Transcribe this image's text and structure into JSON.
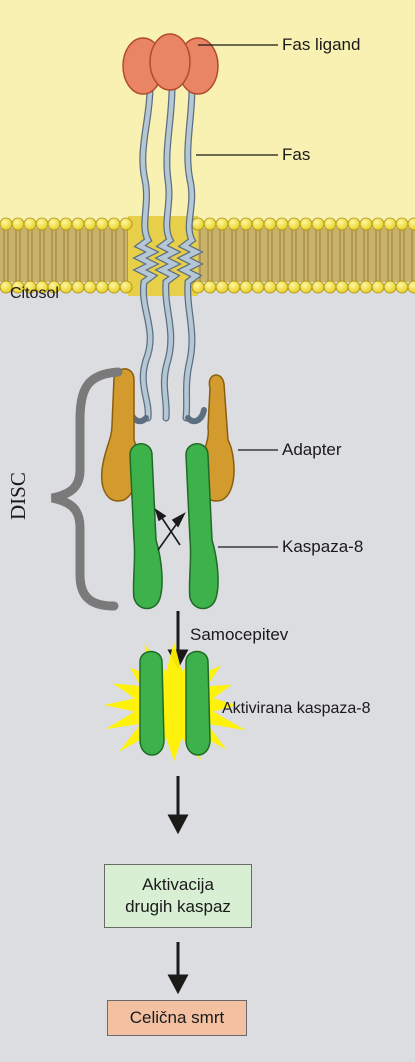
{
  "labels": {
    "fas_ligand": "Fas ligand",
    "fas": "Fas",
    "citosol": "Citosol",
    "disc": "DISC",
    "adapter": "Adapter",
    "kaspaza8": "Kaspaza-8",
    "samocepitev": "Samocepitev",
    "aktivirana": "Aktivirana kaspaza-8"
  },
  "boxes": {
    "aktivacija_line1": "Aktivacija",
    "aktivacija_line2": "drugih kaspaz",
    "celicna_smrt": "Celična smrt"
  },
  "colors": {
    "extracellular": "#f9f1b2",
    "cytosol": "#dcdde0",
    "membrane_head": "#f2e23c",
    "membrane_core": "#c9b26a",
    "ligand": "#e98464",
    "receptor": "#9fb4c4",
    "adapter": "#d39a2e",
    "caspase": "#3db14a",
    "box_green": "#d8efd4",
    "box_salmon": "#f3c0a2"
  }
}
